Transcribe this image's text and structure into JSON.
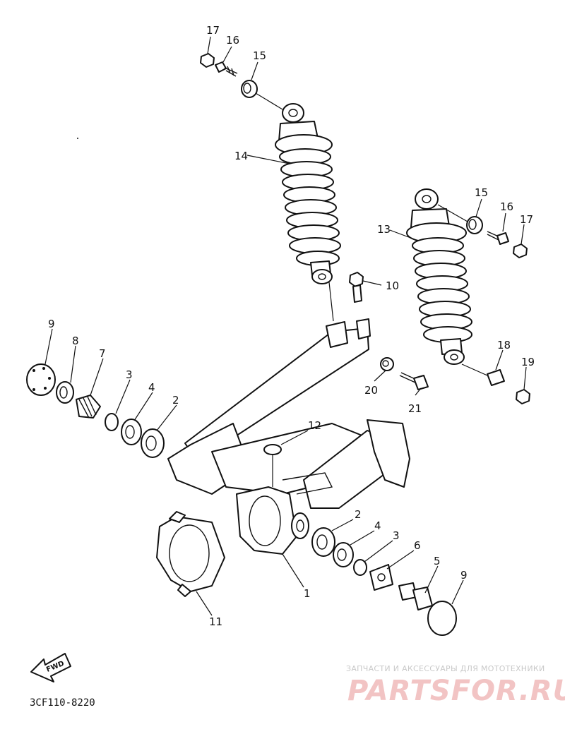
{
  "diagram": {
    "part_numbers": {
      "p1": "1",
      "p2a": "2",
      "p2b": "2",
      "p3a": "3",
      "p3b": "3",
      "p4a": "4",
      "p4b": "4",
      "p5": "5",
      "p6": "6",
      "p7": "7",
      "p8": "8",
      "p9a": "9",
      "p9b": "9",
      "p10": "10",
      "p11": "11",
      "p12": "12",
      "p13": "13",
      "p14": "14",
      "p15a": "15",
      "p15b": "15",
      "p16a": "16",
      "p16b": "16",
      "p17a": "17",
      "p17b": "17",
      "p18": "18",
      "p19": "19",
      "p20": "20",
      "p21": "21"
    },
    "fwd_label": "FWD",
    "diagram_code": "3CF110-8220"
  },
  "watermark": {
    "tagline": "ЗАПЧАСТИ И АКСЕССУАРЫ ДЛЯ МОТОТЕХНИКИ",
    "logo": "PARTSFOR.RU"
  },
  "colors": {
    "line": "#111111",
    "watermark_logo": "#f2c4c4",
    "watermark_text": "#c9c9c9"
  }
}
